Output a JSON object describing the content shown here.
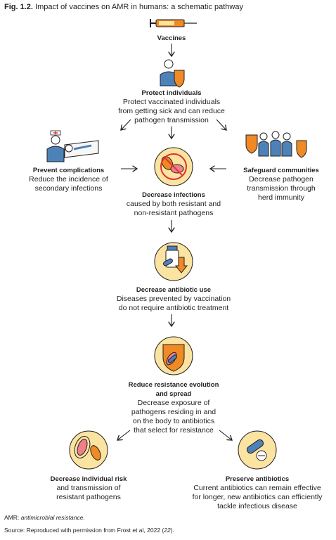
{
  "title": {
    "prefix": "Fig. 1.2.",
    "text": "Impact of vaccines on AMR in humans: a schematic pathway"
  },
  "nodes": {
    "vaccines": {
      "heading": "Vaccines"
    },
    "protect": {
      "heading": "Protect individuals",
      "desc": "Protect vaccinated individuals\nfrom getting sick and can reduce\npathogen transmission"
    },
    "complications": {
      "heading": "Prevent complications",
      "desc": "Reduce the incidence of\nsecondary infections"
    },
    "safeguard": {
      "heading": "Safeguard communities",
      "desc": "Decrease pathogen\ntransmission through\nherd immunity"
    },
    "infections": {
      "heading": "Decrease infections",
      "desc": "caused by both resistant and\nnon-resistant pathogens"
    },
    "antibiotic_use": {
      "heading": "Decrease antibiotic use",
      "desc": "Diseases prevented by vaccination\ndo not require antibiotic treatment"
    },
    "resistance": {
      "heading": "Reduce resistance evolution\nand spread",
      "desc": "Decrease exposure of\npathogens residing in and\non the body to antibiotics\nthat select for resistance"
    },
    "individual_risk": {
      "heading": "Decrease individual risk",
      "desc": "and transmission of\nresistant pathogens"
    },
    "preserve": {
      "heading": "Preserve antibiotics",
      "desc": "Current antibiotics can remain effective\nfor longer, new antibiotics can efficiently\ntackle infectious disease"
    }
  },
  "footer": {
    "abbrev_label": "AMR:",
    "abbrev_text": "antimicrobial resistance.",
    "source_prefix": "Source: Reproduced with permission from Frost et al, 2022 (",
    "source_ref": "22",
    "source_suffix": ")."
  },
  "colors": {
    "accent_orange": "#f08a24",
    "accent_yellow": "#f7d774",
    "circle_bg": "#fbe3a1",
    "figure_blue": "#4d82b8",
    "text": "#231f20"
  }
}
